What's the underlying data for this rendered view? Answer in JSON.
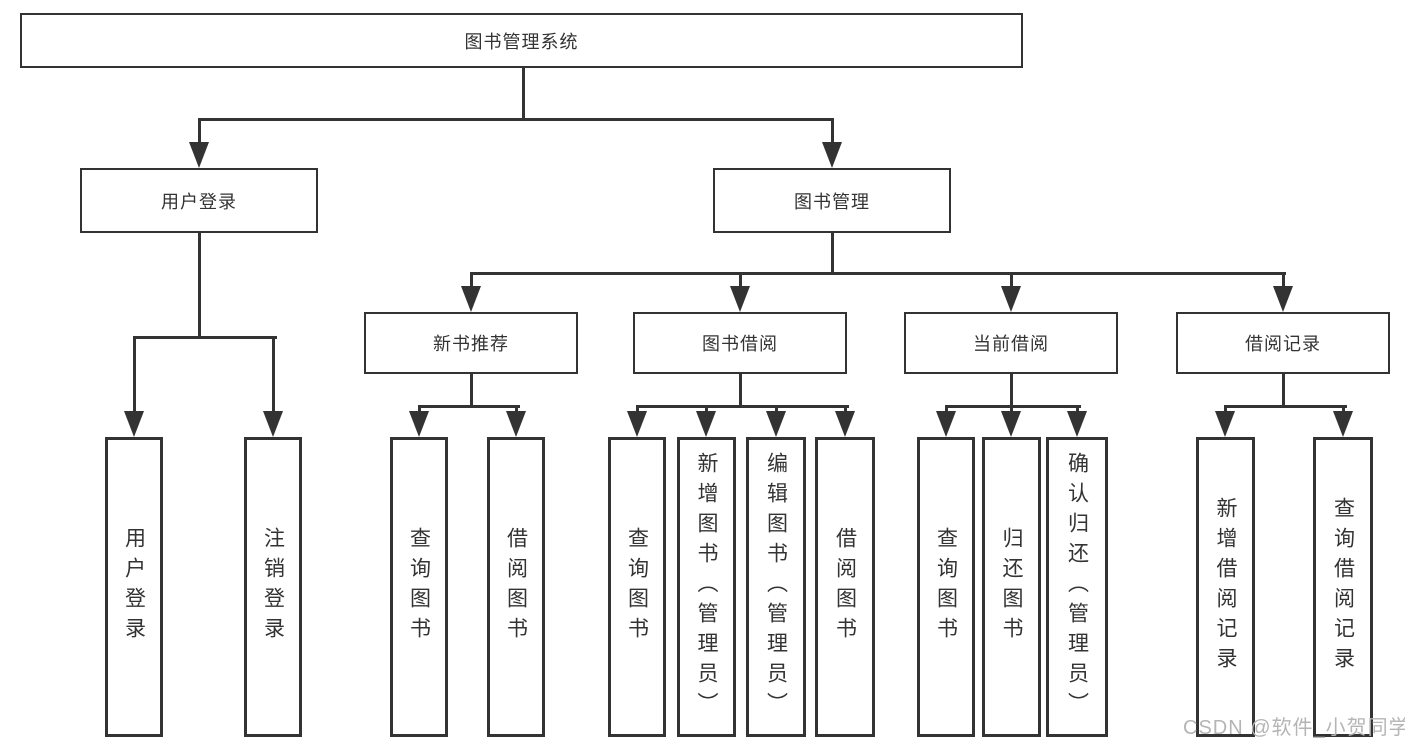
{
  "diagram_title": "图书管理系统",
  "tree": {
    "label": "图书管理系统",
    "children": [
      {
        "label": "用户登录",
        "children": [
          {
            "label": "用户登录"
          },
          {
            "label": "注销登录"
          }
        ]
      },
      {
        "label": "图书管理",
        "children": [
          {
            "label": "新书推荐",
            "children": [
              {
                "label": "查询图书"
              },
              {
                "label": "借阅图书"
              }
            ]
          },
          {
            "label": "图书借阅",
            "children": [
              {
                "label": "查询图书"
              },
              {
                "label": "新增图书（管理员）"
              },
              {
                "label": "编辑图书（管理员）"
              },
              {
                "label": "借阅图书"
              }
            ]
          },
          {
            "label": "当前借阅",
            "children": [
              {
                "label": "查询图书"
              },
              {
                "label": "归还图书"
              },
              {
                "label": "确认归还（管理员）"
              }
            ]
          },
          {
            "label": "借阅记录",
            "children": [
              {
                "label": "新增借阅记录"
              },
              {
                "label": "查询借阅记录"
              }
            ]
          }
        ]
      }
    ]
  },
  "watermark": {
    "text": "CSDN @软件_小贺同学"
  },
  "colors": {
    "line": "#333333",
    "box_border": "#333333",
    "box_fill": "#ffffff",
    "text": "#333333",
    "watermark": "#b5b5b5",
    "background": "#ffffff"
  }
}
